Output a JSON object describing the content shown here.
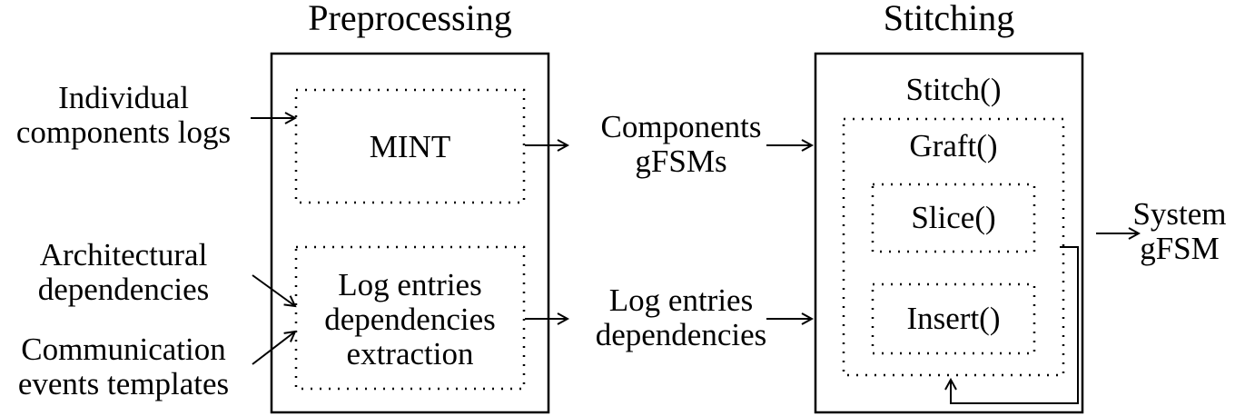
{
  "titles": {
    "preprocessing": "Preprocessing",
    "stitching": "Stitching"
  },
  "inputs": {
    "component_logs": [
      "Individual",
      "components  logs"
    ],
    "arch_deps": [
      "Architectural",
      "dependencies"
    ],
    "comm_templates": [
      "Communication",
      "events  templates"
    ]
  },
  "preprocessing": {
    "mint": "MINT",
    "extraction": [
      "Log  entries",
      "dependencies",
      "extraction"
    ]
  },
  "intermediate": {
    "gfsms": [
      "Components",
      "gFSMs"
    ],
    "log_deps": [
      "Log  entries",
      "dependencies"
    ]
  },
  "stitching": {
    "stitch": "Stitch()",
    "graft": "Graft()",
    "slice": "Slice()",
    "insert": "Insert()"
  },
  "output": {
    "system_gfsm": [
      "System",
      "gFSM"
    ]
  }
}
